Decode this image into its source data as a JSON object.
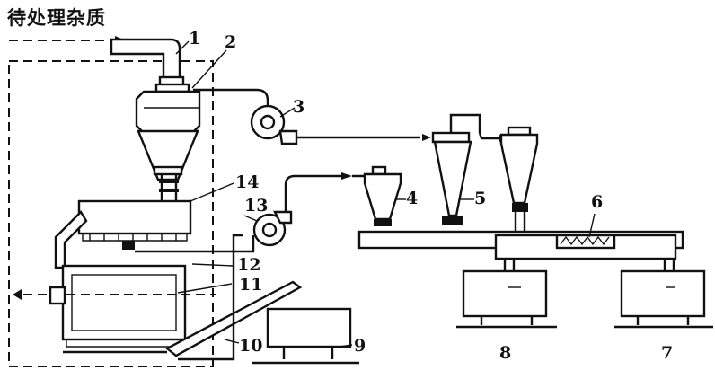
{
  "title": "待处理杂质",
  "labels": {
    "n1": "1",
    "n2": "2",
    "n3": "3",
    "n4": "4",
    "n5": "5",
    "n6": "6",
    "n7": "7",
    "n8": "8",
    "n9": "9",
    "n10": "10",
    "n11": "11",
    "n12": "12",
    "n13": "13",
    "n14": "14"
  }
}
